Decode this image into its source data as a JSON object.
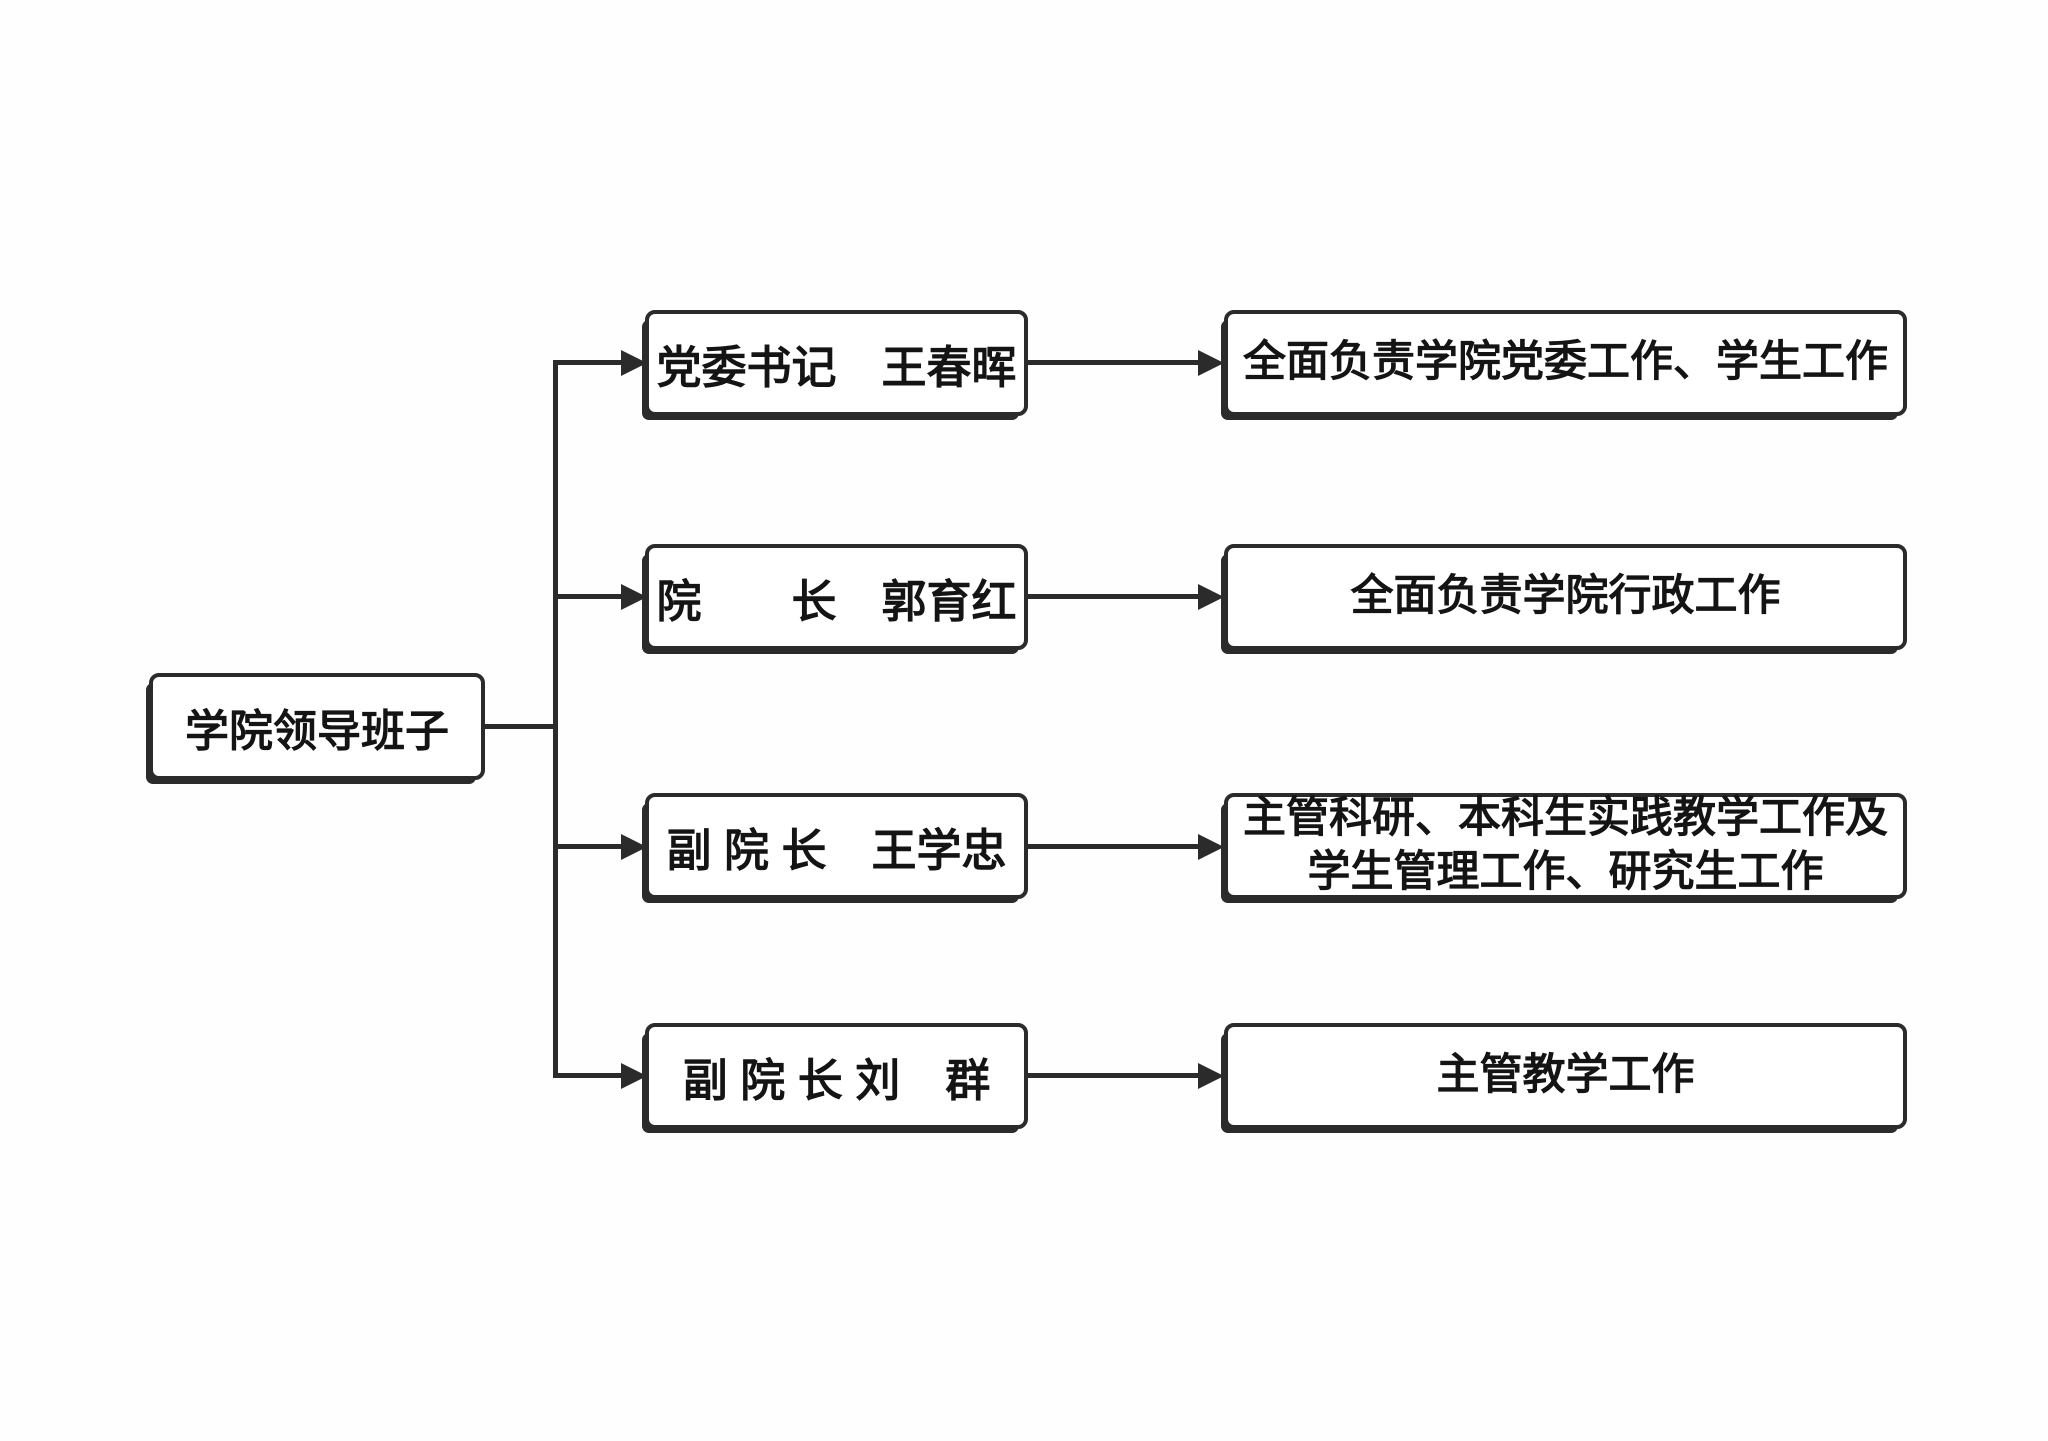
{
  "diagram": {
    "type": "org-chart",
    "root_label": "学院领导班子",
    "rows": [
      {
        "role": "党委书记　王春晖",
        "duty": "全面负责学院党委工作、学生工作"
      },
      {
        "role": "院　　长　郭育红",
        "duty": "全面负责学院行政工作"
      },
      {
        "role": "副 院 长　王学忠",
        "duty": "主管科研、本科生实践教学工作及学生管理工作、研究生工作"
      },
      {
        "role": "副 院 长 刘　群",
        "duty": "主管教学工作"
      }
    ],
    "colors": {
      "line": "#2b2b2b",
      "box_fill": "#ffffff",
      "background": "#fefefe",
      "text": "#141414"
    }
  }
}
